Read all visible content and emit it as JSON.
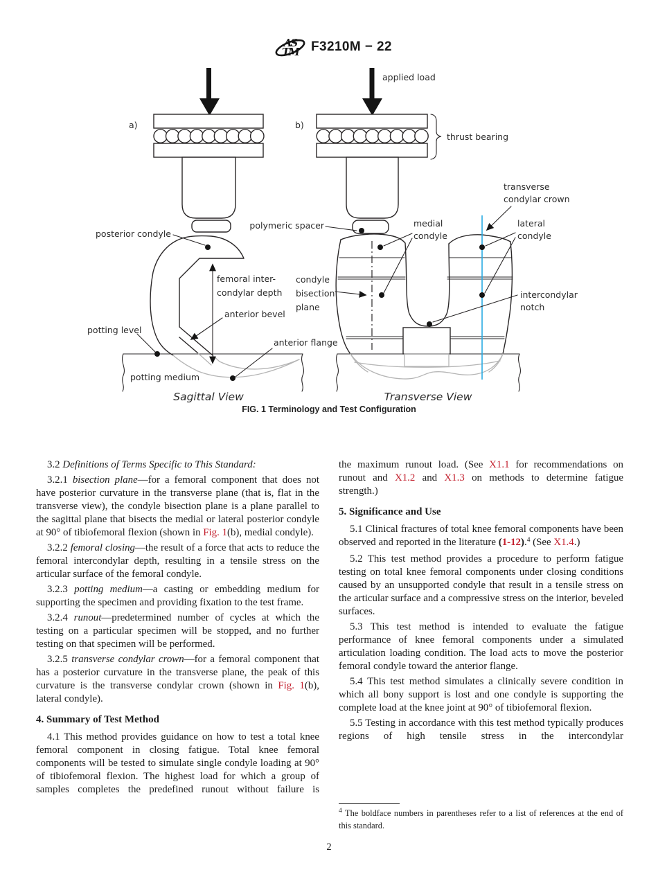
{
  "colors": {
    "link_red": "#c3202e",
    "crown_blue": "#29abe2"
  },
  "header": {
    "designation": "F3210M − 22",
    "logo_top": "AS",
    "logo_bottom": "TM"
  },
  "figure": {
    "caption": "FIG. 1 Terminology and Test Configuration",
    "labels": {
      "view_a": "a)",
      "view_b": "b)",
      "applied_load": "applied load",
      "thrust_bearing": "thrust bearing",
      "posterior_condyle": "posterior condyle",
      "polymeric_spacer": "polymeric spacer",
      "medial_condyle_1": "medial",
      "medial_condyle_2": "condyle",
      "transverse_crown_1": "transverse",
      "transverse_crown_2": "condylar crown",
      "lateral_condyle_1": "lateral",
      "lateral_condyle_2": "condyle",
      "femoral_depth_1": "femoral inter-",
      "femoral_depth_2": "condylar depth",
      "condyle_bisection_1": "condyle",
      "condyle_bisection_2": "bisection",
      "condyle_bisection_3": "plane",
      "anterior_bevel": "anterior bevel",
      "intercondylar_notch_1": "intercondylar",
      "intercondylar_notch_2": "notch",
      "potting_level": "potting level",
      "anterior_flange": "anterior flange",
      "potting_medium": "potting medium",
      "sagittal_view": "Sagittal View",
      "transverse_view": "Transverse View"
    }
  },
  "content": {
    "left_column": [
      {
        "type": "para",
        "segments": [
          {
            "t": "3.2 ",
            "s": "n"
          },
          {
            "t": "Definitions of Terms Specific to This Standard:",
            "s": "i"
          }
        ]
      },
      {
        "type": "para",
        "segments": [
          {
            "t": "3.2.1 ",
            "s": "n"
          },
          {
            "t": "bisection plane",
            "s": "i"
          },
          {
            "t": "—for a femoral component that does not have posterior curvature in the transverse plane (that is, flat in the transverse view), the condyle bisection plane is a plane parallel to the sagittal plane that bisects the medial or lateral posterior condyle at 90° of tibiofemoral flexion (shown in ",
            "s": "n"
          },
          {
            "t": "Fig. 1",
            "s": "r"
          },
          {
            "t": "(b), medial condyle).",
            "s": "n"
          }
        ]
      },
      {
        "type": "para",
        "segments": [
          {
            "t": "3.2.2 ",
            "s": "n"
          },
          {
            "t": "femoral closing",
            "s": "i"
          },
          {
            "t": "—the result of a force that acts to reduce the femoral intercondylar depth, resulting in a tensile stress on the articular surface of the femoral condyle.",
            "s": "n"
          }
        ]
      },
      {
        "type": "para",
        "segments": [
          {
            "t": "3.2.3 ",
            "s": "n"
          },
          {
            "t": "potting medium",
            "s": "i"
          },
          {
            "t": "—a casting or embedding medium for supporting the specimen and providing fixation to the test frame.",
            "s": "n"
          }
        ]
      },
      {
        "type": "para",
        "segments": [
          {
            "t": "3.2.4 ",
            "s": "n"
          },
          {
            "t": "runout",
            "s": "i"
          },
          {
            "t": "—predetermined number of cycles at which the testing on a particular specimen will be stopped, and no further testing on that specimen will be performed.",
            "s": "n"
          }
        ]
      },
      {
        "type": "para",
        "segments": [
          {
            "t": "3.2.5 ",
            "s": "n"
          },
          {
            "t": "transverse condylar crown",
            "s": "i"
          },
          {
            "t": "—for a femoral component that has a posterior curvature in the transverse plane, the peak of this curvature is the transverse condylar crown (shown in ",
            "s": "n"
          },
          {
            "t": "Fig. 1",
            "s": "r"
          },
          {
            "t": "(b), lateral condyle).",
            "s": "n"
          }
        ]
      },
      {
        "type": "heading",
        "text": "4. Summary of Test Method"
      },
      {
        "type": "para",
        "cont": true,
        "segments": [
          {
            "t": "4.1 This method provides guidance on how to test a total knee femoral component in closing fatigue. Total knee femoral components will be tested to simulate single condyle loading at 90° of tibiofemoral flexion. The highest load for which a group of samples completes the predefined runout without failure is",
            "s": "n"
          }
        ]
      }
    ],
    "right_column": [
      {
        "type": "para",
        "indent": false,
        "segments": [
          {
            "t": "the maximum runout load. (See ",
            "s": "n"
          },
          {
            "t": "X1.1",
            "s": "r"
          },
          {
            "t": " for recommendations on runout and ",
            "s": "n"
          },
          {
            "t": "X1.2",
            "s": "r"
          },
          {
            "t": " and ",
            "s": "n"
          },
          {
            "t": "X1.3",
            "s": "r"
          },
          {
            "t": " on methods to determine fatigue strength.)",
            "s": "n"
          }
        ]
      },
      {
        "type": "heading",
        "text": "5. Significance and Use"
      },
      {
        "type": "para",
        "segments": [
          {
            "t": "5.1 Clinical fractures of total knee femoral components have been observed and reported in the literature ",
            "s": "n"
          },
          {
            "t": "(",
            "s": "b"
          },
          {
            "t": "1-12",
            "s": "br"
          },
          {
            "t": ")",
            "s": "b"
          },
          {
            "t": ".",
            "s": "n"
          },
          {
            "t": "4",
            "s": "sup"
          },
          {
            "t": " (See ",
            "s": "n"
          },
          {
            "t": "X1.4",
            "s": "r"
          },
          {
            "t": ".)",
            "s": "n"
          }
        ]
      },
      {
        "type": "para",
        "segments": [
          {
            "t": "5.2 This test method provides a procedure to perform fatigue testing on total knee femoral components under closing conditions caused by an unsupported condyle that result in a tensile stress on the articular surface and a compressive stress on the interior, beveled surfaces.",
            "s": "n"
          }
        ]
      },
      {
        "type": "para",
        "segments": [
          {
            "t": "5.3 This test method is intended to evaluate the fatigue performance of knee femoral components under a simulated articulation loading condition. The load acts to move the posterior femoral condyle toward the anterior flange.",
            "s": "n"
          }
        ]
      },
      {
        "type": "para",
        "segments": [
          {
            "t": "5.4 This test method simulates a clinically severe condition in which all bony support is lost and one condyle is supporting the complete load at the knee joint at 90° of tibiofemoral flexion.",
            "s": "n"
          }
        ]
      },
      {
        "type": "para",
        "cont": true,
        "segments": [
          {
            "t": "5.5 Testing in accordance with this test method typically produces regions of high tensile stress in the intercondylar",
            "s": "n"
          }
        ]
      }
    ]
  },
  "footnote": {
    "marker": "4",
    "text": " The boldface numbers in parentheses refer to a list of references at the end of this standard."
  },
  "page_number": "2"
}
